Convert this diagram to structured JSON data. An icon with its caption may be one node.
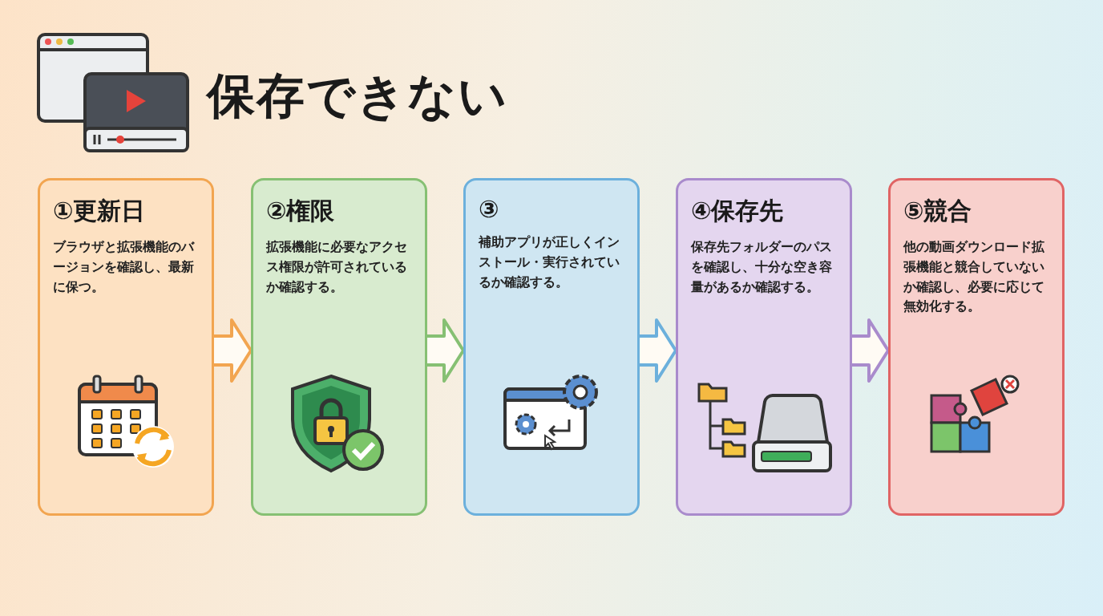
{
  "diagram": {
    "title": "保存できない",
    "nodes": [
      {
        "text": [
          "①更新日",
          "ブラウザと拡張機能のバージョンを確認し、最新に保つ。"
        ]
      },
      {
        "text": [
          "②権限",
          "拡張機能に必要なアクセス権限が許可されているか確認する。"
        ]
      },
      {
        "text": [
          "③",
          "補助アプリが正しくインストール・実行されているか確認する。"
        ]
      },
      {
        "text": [
          "④保存先",
          "保存先フォルダーのパスを確認し、十分な空き容量があるか確認する。"
        ]
      },
      {
        "text": [
          "⑤競合",
          "他の動画ダウンロード拡張機能と競合していないか確認し、必要に応じて無効化する。"
        ]
      }
    ],
    "edges": [
      {
        "from": 0,
        "to": 1,
        "arrow": "to",
        "color": "#f2a550"
      },
      {
        "from": 1,
        "to": 2,
        "arrow": "to",
        "color": "#86c073"
      },
      {
        "from": 2,
        "to": 3,
        "arrow": "to",
        "color": "#6cb0dc"
      },
      {
        "from": 3,
        "to": 4,
        "arrow": "to",
        "color": "#a98bcc"
      }
    ]
  }
}
